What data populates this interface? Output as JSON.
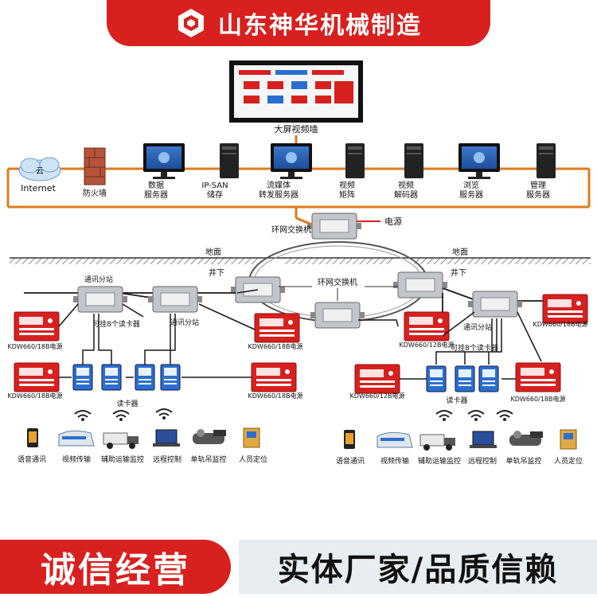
{
  "banner": {
    "company": "山东神华机械制造"
  },
  "footer": {
    "left": "诚信经营",
    "right": "实体厂家/品质信赖"
  },
  "top": {
    "videowall": "大屏视频墙",
    "internet": "Internet",
    "cloud": "云",
    "firewall": "防火墙",
    "servers": [
      {
        "l1": "数据",
        "l2": "服务器"
      },
      {
        "l1": "IP-SAN",
        "l2": "储存"
      },
      {
        "l1": "流媒体",
        "l2": "转发服务器"
      },
      {
        "l1": "视频",
        "l2": "矩阵"
      },
      {
        "l1": "视频",
        "l2": "解码器"
      },
      {
        "l1": "浏览",
        "l2": "服务器"
      },
      {
        "l1": "管理",
        "l2": "服务器"
      }
    ],
    "ring_switch": "环网交换机",
    "power": "电源"
  },
  "ground": {
    "above": "地面",
    "below": "井下",
    "ring_switch": "环网交换机"
  },
  "left": {
    "station1": "通讯分站",
    "station2": "通讯分站",
    "hang8": "可挂8个读卡器",
    "psu_a": "KDW660/18B电源",
    "psu_b": "KDW660/18B电源",
    "psu_c": "KDW660/18B电源",
    "psu_d": "KDW660/18B电源",
    "reader": "读卡器",
    "items": [
      "语音通讯",
      "视频传输",
      "辅助运输监控",
      "远程控制",
      "单轨吊监控",
      "人员定位"
    ]
  },
  "right": {
    "station": "通讯分站",
    "hang8": "可挂8个读卡器",
    "psu_a": "KDW660/18B电源",
    "psu_b": "KDW660/12B电源",
    "psu_c": "KDW660/12B电源",
    "psu_d": "KDW660/18B电源",
    "reader": "读卡器",
    "items": [
      "语音通讯",
      "视频传输",
      "辅助运输监控",
      "远程控制",
      "单轨吊监控",
      "人员定位"
    ]
  },
  "colors": {
    "red": "#d8201e",
    "line": "#e07a1c",
    "cable": "#1a1a1a",
    "gray": "#b8bcc2"
  }
}
